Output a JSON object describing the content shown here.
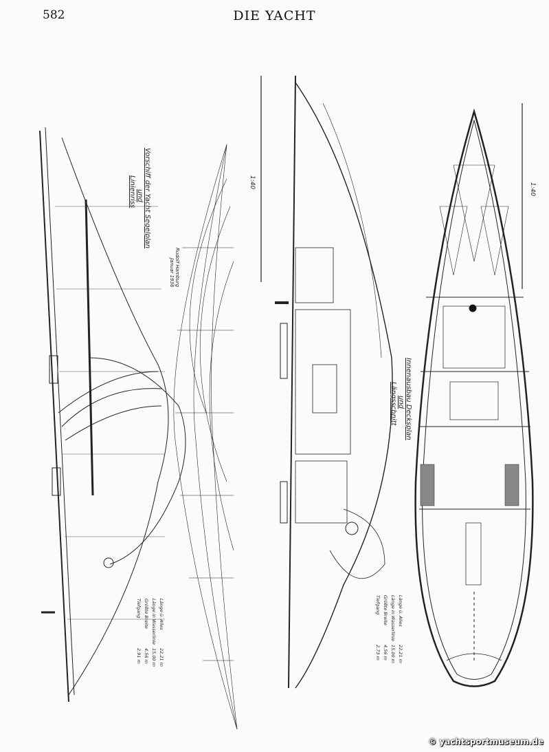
{
  "header": {
    "page_number": "582",
    "title": "DIE YACHT"
  },
  "drawings": {
    "sail_plan_caption": [
      "Vorschiff der Yacht Segelplan",
      "und",
      "Linienriss"
    ],
    "designer_note": [
      "Rudolf Hamburg",
      "Januar 1936"
    ],
    "interior_caption": [
      "Innenausbau Decksplan",
      "und",
      "Längsschnitt"
    ],
    "scale_label_1": "1:40",
    "scale_label_2": "1:40"
  },
  "specs_left": [
    {
      "label": "Länge ü. Alles",
      "value": "22,21 m"
    },
    {
      "label": "Länge in Wasserlinie",
      "value": "15,00 m"
    },
    {
      "label": "Größte Breite",
      "value": "4,56 m"
    },
    {
      "label": "Tiefgang",
      "value": "2,91 m"
    }
  ],
  "specs_right": [
    {
      "label": "Länge ü. Alles",
      "value": "22,21 m"
    },
    {
      "label": "Länge in Wasserlinie",
      "value": "15,00 m"
    },
    {
      "label": "Größte Breite",
      "value": "4,56 m"
    },
    {
      "label": "Tiefgang",
      "value": "2,73 m"
    }
  ],
  "watermark": "© yachtsportmuseum.de"
}
